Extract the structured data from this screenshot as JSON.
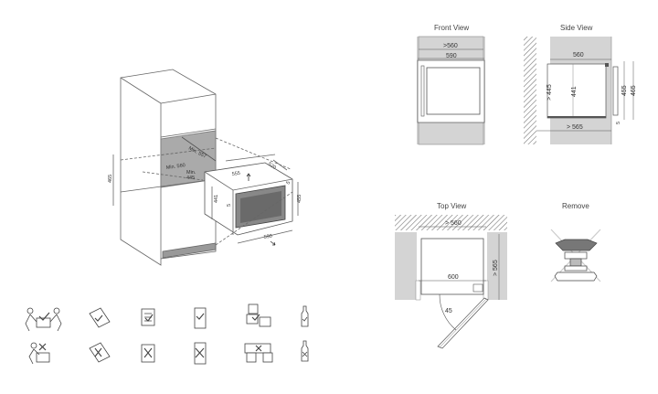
{
  "iso_view": {
    "labels": {
      "min_depth": "Min. 557",
      "min_width": "Min. 560",
      "min_height": "Min.\n445",
      "niche_height": "465",
      "unit_width_top": "555",
      "unit_depth": "520",
      "unit_side_offset": "5",
      "unit_height_left": "441",
      "unit_height_right": "455",
      "unit_front_gap": "5",
      "unit_width_bottom": "590"
    }
  },
  "front_view": {
    "title": "Front View",
    "dim_opening": ">560",
    "dim_width": "590"
  },
  "side_view": {
    "title": "Side View",
    "dim_depth": "560",
    "dim_opening_height": "> 445",
    "dim_body_height": "441",
    "dim_front_height": "455",
    "dim_total_height": "465",
    "dim_gap": "5",
    "dim_min_depth": "> 565"
  },
  "top_view": {
    "title": "Top View",
    "dim_opening": "> 560",
    "dim_width": "600",
    "dim_depth": "> 565",
    "door_angle": "45"
  },
  "remove_view": {
    "title": "Remove"
  },
  "handling_icons": [
    {
      "name": "two-person-lift",
      "status": "allowed"
    },
    {
      "name": "read-manual",
      "status": "allowed"
    },
    {
      "name": "check-documents",
      "status": "allowed"
    },
    {
      "name": "upright-transport",
      "status": "allowed"
    },
    {
      "name": "stacking",
      "status": "allowed"
    },
    {
      "name": "bottle",
      "status": "allowed"
    },
    {
      "name": "one-person-lift",
      "status": "forbidden"
    },
    {
      "name": "read-manual",
      "status": "forbidden"
    },
    {
      "name": "check-documents",
      "status": "forbidden"
    },
    {
      "name": "upright-transport",
      "status": "forbidden"
    },
    {
      "name": "stacking",
      "status": "forbidden"
    },
    {
      "name": "bottle",
      "status": "forbidden"
    }
  ]
}
